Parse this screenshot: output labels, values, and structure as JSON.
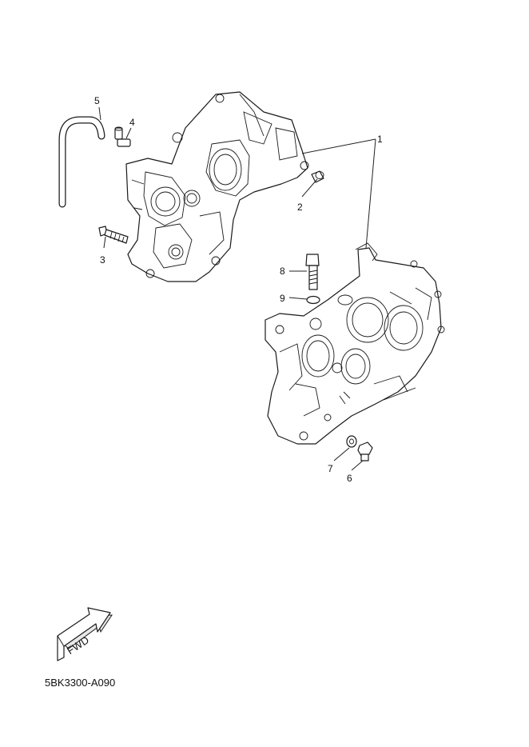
{
  "diagram_code": "5BK3300-A090",
  "fwd_label": "FWD",
  "callouts": [
    {
      "id": "1",
      "label": "1",
      "part": "crankcase assembly"
    },
    {
      "id": "2",
      "label": "2",
      "part": "dowel pin"
    },
    {
      "id": "3",
      "label": "3",
      "part": "bolt"
    },
    {
      "id": "4",
      "label": "4",
      "part": "hose fitting"
    },
    {
      "id": "5",
      "label": "5",
      "part": "hose"
    },
    {
      "id": "6",
      "label": "6",
      "part": "drain plug"
    },
    {
      "id": "7",
      "label": "7",
      "part": "gasket"
    },
    {
      "id": "8",
      "label": "8",
      "part": "bolt"
    },
    {
      "id": "9",
      "label": "9",
      "part": "o-ring"
    }
  ]
}
